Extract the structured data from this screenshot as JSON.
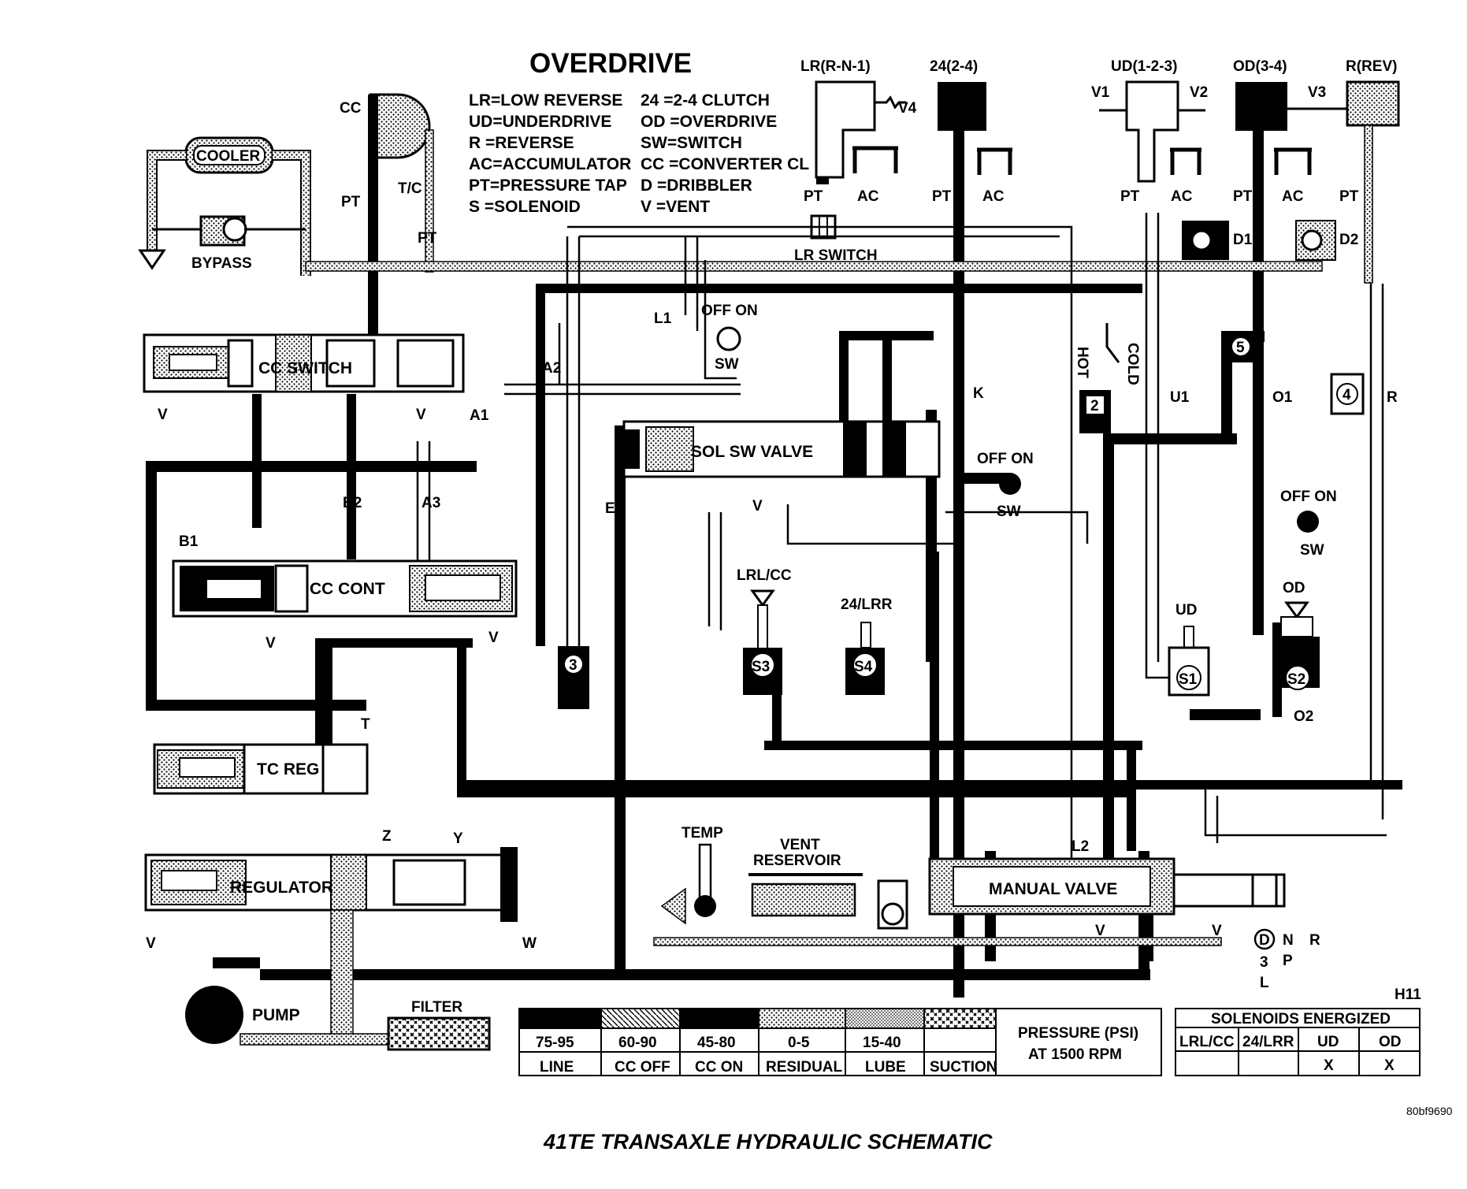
{
  "title": "OVERDRIVE",
  "legend": [
    {
      "abbr": "LR",
      "text": "LR=LOW REVERSE"
    },
    {
      "abbr": "UD",
      "text": "UD=UNDERDRIVE"
    },
    {
      "abbr": "R",
      "text": "R  =REVERSE"
    },
    {
      "abbr": "AC",
      "text": "AC=ACCUMULATOR"
    },
    {
      "abbr": "PT",
      "text": "PT=PRESSURE TAP"
    },
    {
      "abbr": "S",
      "text": "S  =SOLENOID"
    },
    {
      "abbr": "24",
      "text": "24 =2-4 CLUTCH"
    },
    {
      "abbr": "OD",
      "text": "OD =OVERDRIVE"
    },
    {
      "abbr": "SW",
      "text": "SW=SWITCH"
    },
    {
      "abbr": "CC",
      "text": "CC =CONVERTER CL"
    },
    {
      "abbr": "D",
      "text": "D  =DRIBBLER"
    },
    {
      "abbr": "V",
      "text": "V  =VENT"
    }
  ],
  "clutches": {
    "lr": "LR(R-N-1)",
    "c24": "24(2-4)",
    "ud": "UD(1-2-3)",
    "od": "OD(3-4)",
    "rev": "R(REV)"
  },
  "components": {
    "cooler": "COOLER",
    "bypass": "BYPASS",
    "cc": "CC",
    "tc": "T/C",
    "cc_switch": "CC SWITCH",
    "cc_cont": "CC CONT",
    "tc_reg": "TC REG",
    "regulator": "REGULATOR",
    "pump": "PUMP",
    "filter": "FILTER",
    "lr_switch": "LR SWITCH",
    "sol_sw_valve": "SOL SW VALVE",
    "manual_valve": "MANUAL VALVE",
    "temp": "TEMP",
    "vent_reservoir_1": "VENT",
    "vent_reservoir_2": "RESERVOIR",
    "hot": "HOT",
    "cold": "COLD",
    "d1": "D1",
    "d2": "D2",
    "s1": "S1",
    "s2": "S2",
    "s3": "S3",
    "s4": "S4",
    "ud": "UD",
    "od": "OD",
    "lr_cc": "LRL/CC",
    "lr_24": "24/LRR"
  },
  "labels": {
    "pt": "PT",
    "ac": "AC",
    "v": "V",
    "v1": "V1",
    "v2": "V2",
    "v3": "V3",
    "v4": "V4",
    "off_on": "OFF ON",
    "sw": "SW",
    "a1": "A1",
    "a2": "A2",
    "a3": "A3",
    "b1": "B1",
    "b2": "B2",
    "e": "E",
    "k": "K",
    "l1": "L1",
    "l2": "L2",
    "u1": "U1",
    "o1": "O1",
    "o2": "O2",
    "r": "R",
    "t": "T",
    "w": "W",
    "y": "Y",
    "z": "Z",
    "n2": "2",
    "n3": "3",
    "n4": "4",
    "n5": "5",
    "gear_d": "D",
    "gear_3": "3",
    "gear_l": "L",
    "gear_n": "N",
    "gear_p": "P",
    "gear_r": "R"
  },
  "pressure_table": {
    "values": [
      "75-95",
      "60-90",
      "45-80",
      "0-5",
      "15-40",
      ""
    ],
    "names": [
      "LINE",
      "CC OFF",
      "CC ON",
      "RESIDUAL",
      "LUBE",
      "SUCTION"
    ],
    "caption_1": "PRESSURE (PSI)",
    "caption_2": "AT 1500 RPM"
  },
  "solenoid_table": {
    "ref": "H11",
    "title": "SOLENOIDS ENERGIZED",
    "headers": [
      "LRL/CC",
      "24/LRR",
      "UD",
      "OD"
    ],
    "marks": [
      "",
      "",
      "X",
      "X"
    ]
  },
  "code": "80bf9690",
  "caption": "41TE TRANSAXLE HYDRAULIC SCHEMATIC"
}
